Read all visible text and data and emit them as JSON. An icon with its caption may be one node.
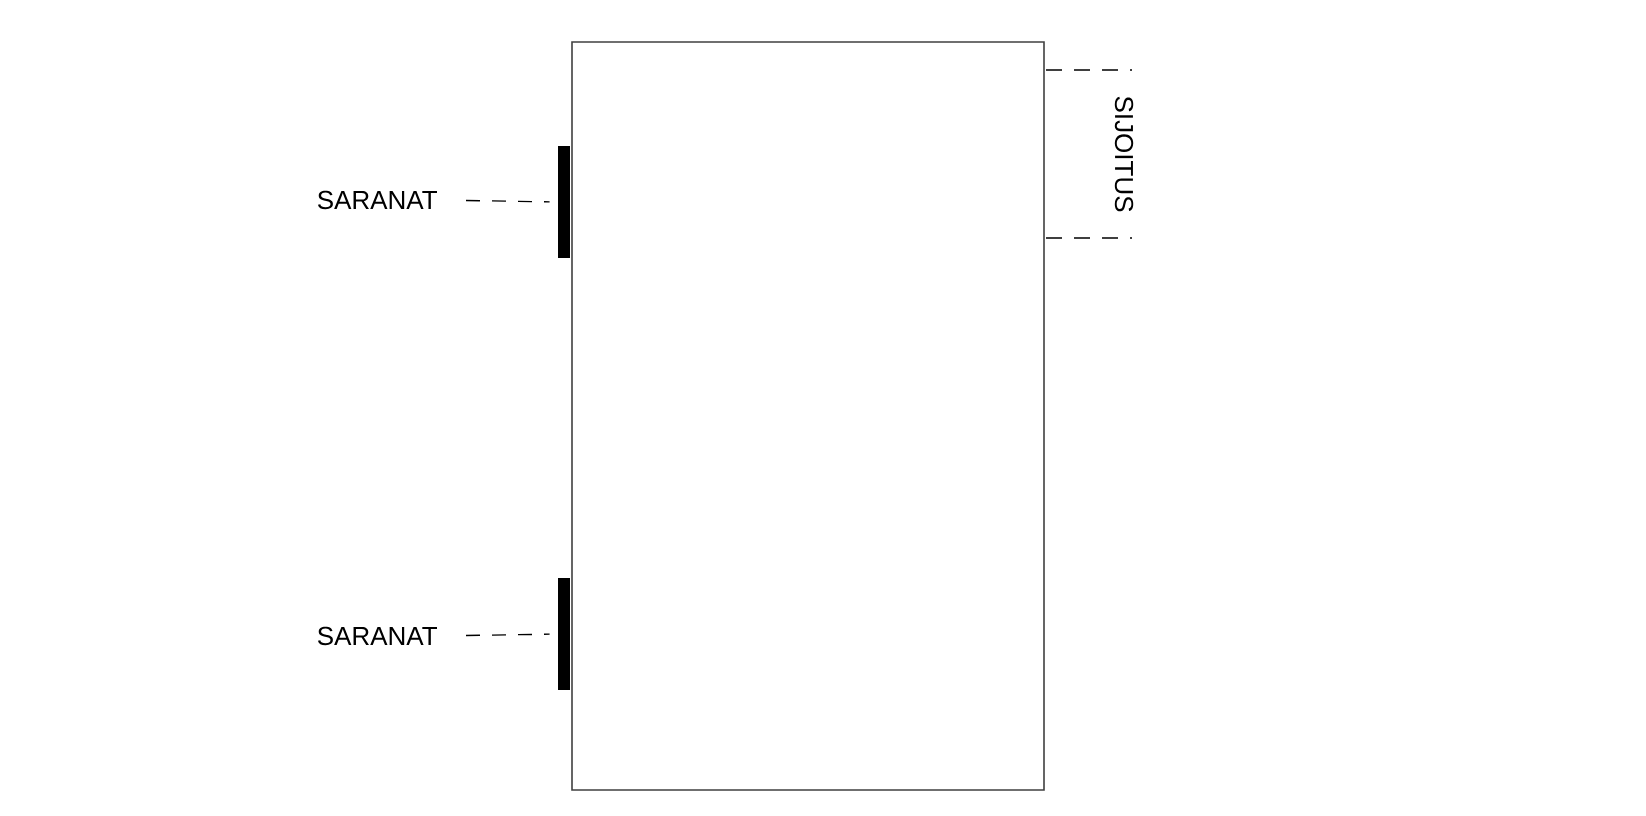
{
  "diagram": {
    "nodes": [
      {
        "text": [],
        "shape": "box"
      },
      {
        "text": [
          "SARANAT"
        ]
      },
      {
        "text": [],
        "shape": "bar"
      },
      {
        "text": [
          "SARANAT"
        ]
      },
      {
        "text": [],
        "shape": "bar"
      }
    ],
    "edges": [
      {
        "from": 1,
        "to": 2,
        "arrow": "none",
        "style": "dashed"
      },
      {
        "from": 3,
        "to": 4,
        "arrow": "none",
        "style": "dashed"
      }
    ],
    "labels": [
      "SIJOITUS"
    ]
  }
}
